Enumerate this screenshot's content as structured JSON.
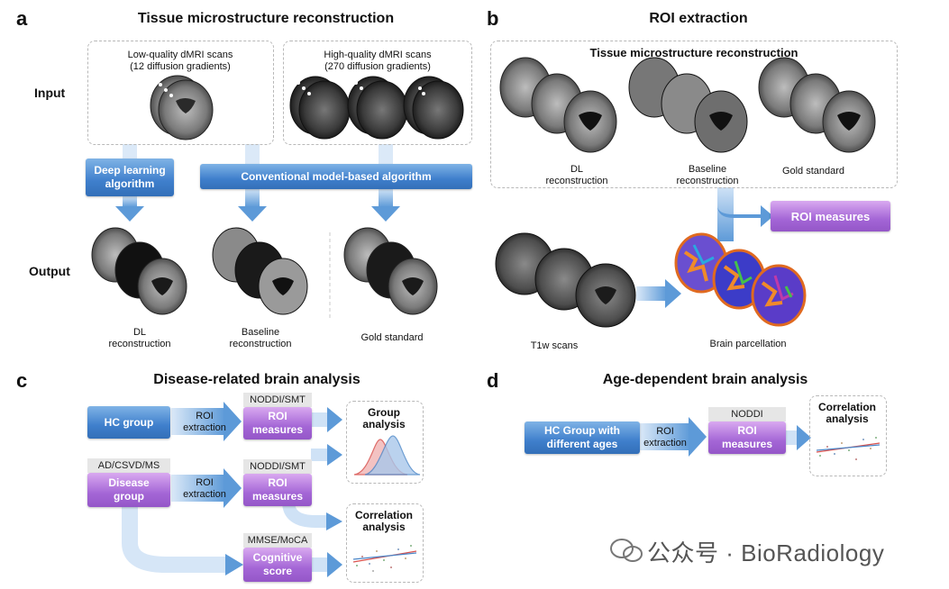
{
  "panel_a": {
    "letter": "a",
    "title": "Tissue microstructure reconstruction",
    "row_input": "Input",
    "row_output": "Output",
    "lowq_line1": "Low-quality dMRI scans",
    "lowq_line2": "(12 diffusion gradients)",
    "highq_line1": "High-quality dMRI scans",
    "highq_line2": "(270 diffusion gradients)",
    "dl_box_line1": "Deep learning",
    "dl_box_line2": "algorithm",
    "conv_box": "Conventional model-based algorithm",
    "out_dl_line1": "DL",
    "out_dl_line2": "reconstruction",
    "out_base_line1": "Baseline",
    "out_base_line2": "reconstruction",
    "out_gold": "Gold standard"
  },
  "panel_b": {
    "letter": "b",
    "title": "ROI extraction",
    "inner_title": "Tissue microstructure reconstruction",
    "dl_line1": "DL",
    "dl_line2": "reconstruction",
    "base_line1": "Baseline",
    "base_line2": "reconstruction",
    "gold": "Gold standard",
    "roi_measures": "ROI measures",
    "t1w": "T1w scans",
    "parcellation": "Brain parcellation"
  },
  "panel_c": {
    "letter": "c",
    "title": "Disease-related brain analysis",
    "hc_group": "HC group",
    "roi_extract_line1": "ROI",
    "roi_extract_line2": "extraction",
    "tag_noddi_smt_1": "NODDI/SMT",
    "tag_noddi_smt_2": "NODDI/SMT",
    "roi_measures_line1": "ROI",
    "roi_measures_line2": "measures",
    "tag_disease": "AD/CSVD/MS",
    "disease_line1": "Disease",
    "disease_line2": "group",
    "tag_cog": "MMSE/MoCA",
    "cog_line1": "Cognitive",
    "cog_line2": "score",
    "group_line1": "Group",
    "group_line2": "analysis",
    "corr_line1": "Correlation",
    "corr_line2": "analysis"
  },
  "panel_d": {
    "letter": "d",
    "title": "Age-dependent brain analysis",
    "hc_line1": "HC Group with",
    "hc_line2": "different ages",
    "roi_extract_line1": "ROI",
    "roi_extract_line2": "extraction",
    "tag_noddi": "NODDI",
    "roi_measures_line1": "ROI",
    "roi_measures_line2": "measures",
    "corr_line1": "Correlation",
    "corr_line2": "analysis"
  },
  "watermark": "公众号 · BioRadiology",
  "colors": {
    "blue": "#3f7fcc",
    "purple": "#a466d6",
    "arrow_blue": "#5d9ad8",
    "curve_red": "#d9534f",
    "curve_blue": "#4a86c8"
  }
}
